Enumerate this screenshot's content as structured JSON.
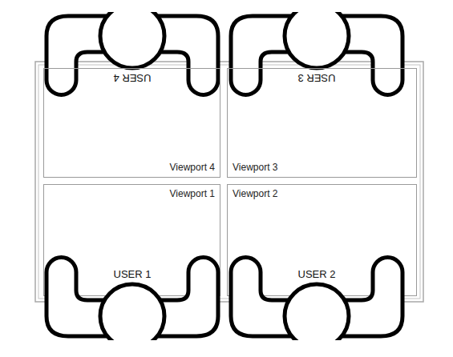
{
  "diagram": {
    "nodes": [
      {
        "text": [
          "USER 4"
        ]
      },
      {
        "text": [
          "USER 3"
        ]
      },
      {
        "text": [
          "Viewport 4"
        ]
      },
      {
        "text": [
          "Viewport 3"
        ]
      },
      {
        "text": [
          "Viewport 1"
        ]
      },
      {
        "text": [
          "Viewport 2"
        ]
      },
      {
        "text": [
          "USER 1"
        ]
      },
      {
        "text": [
          "USER 2"
        ]
      }
    ]
  }
}
